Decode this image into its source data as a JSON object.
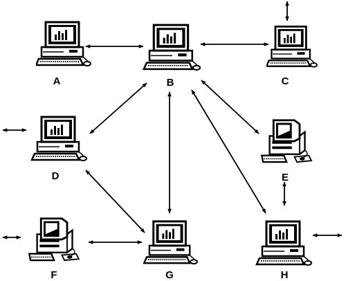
{
  "diagram": {
    "nodes": [
      {
        "id": "A",
        "label": "A",
        "icon": "desktop-computer-icon"
      },
      {
        "id": "B",
        "label": "B",
        "icon": "desktop-computer-icon"
      },
      {
        "id": "C",
        "label": "C",
        "icon": "desktop-computer-icon"
      },
      {
        "id": "D",
        "label": "D",
        "icon": "desktop-computer-icon"
      },
      {
        "id": "E",
        "label": "E",
        "icon": "tower-computer-icon"
      },
      {
        "id": "F",
        "label": "F",
        "icon": "tower-computer-icon"
      },
      {
        "id": "G",
        "label": "G",
        "icon": "desktop-computer-icon"
      },
      {
        "id": "H",
        "label": "H",
        "icon": "desktop-computer-icon"
      }
    ],
    "connections": [
      {
        "from": "A",
        "to": "B",
        "type": "bidirectional"
      },
      {
        "from": "B",
        "to": "C",
        "type": "bidirectional"
      },
      {
        "from": "B",
        "to": "D",
        "type": "bidirectional"
      },
      {
        "from": "B",
        "to": "G",
        "type": "bidirectional"
      },
      {
        "from": "B",
        "to": "E",
        "type": "bidirectional"
      },
      {
        "from": "B",
        "to": "H",
        "type": "bidirectional"
      },
      {
        "from": "D",
        "to": "G",
        "type": "bidirectional"
      },
      {
        "from": "F",
        "to": "G",
        "type": "bidirectional"
      },
      {
        "from": "E",
        "to": "H",
        "type": "bidirectional"
      }
    ],
    "external_links": [
      {
        "node": "C",
        "direction": "up"
      },
      {
        "node": "D",
        "direction": "left"
      },
      {
        "node": "F",
        "direction": "left"
      },
      {
        "node": "H",
        "direction": "right"
      }
    ],
    "colors": {
      "line": "#000000",
      "screen": "#000000",
      "fill": "#ffffff"
    }
  }
}
